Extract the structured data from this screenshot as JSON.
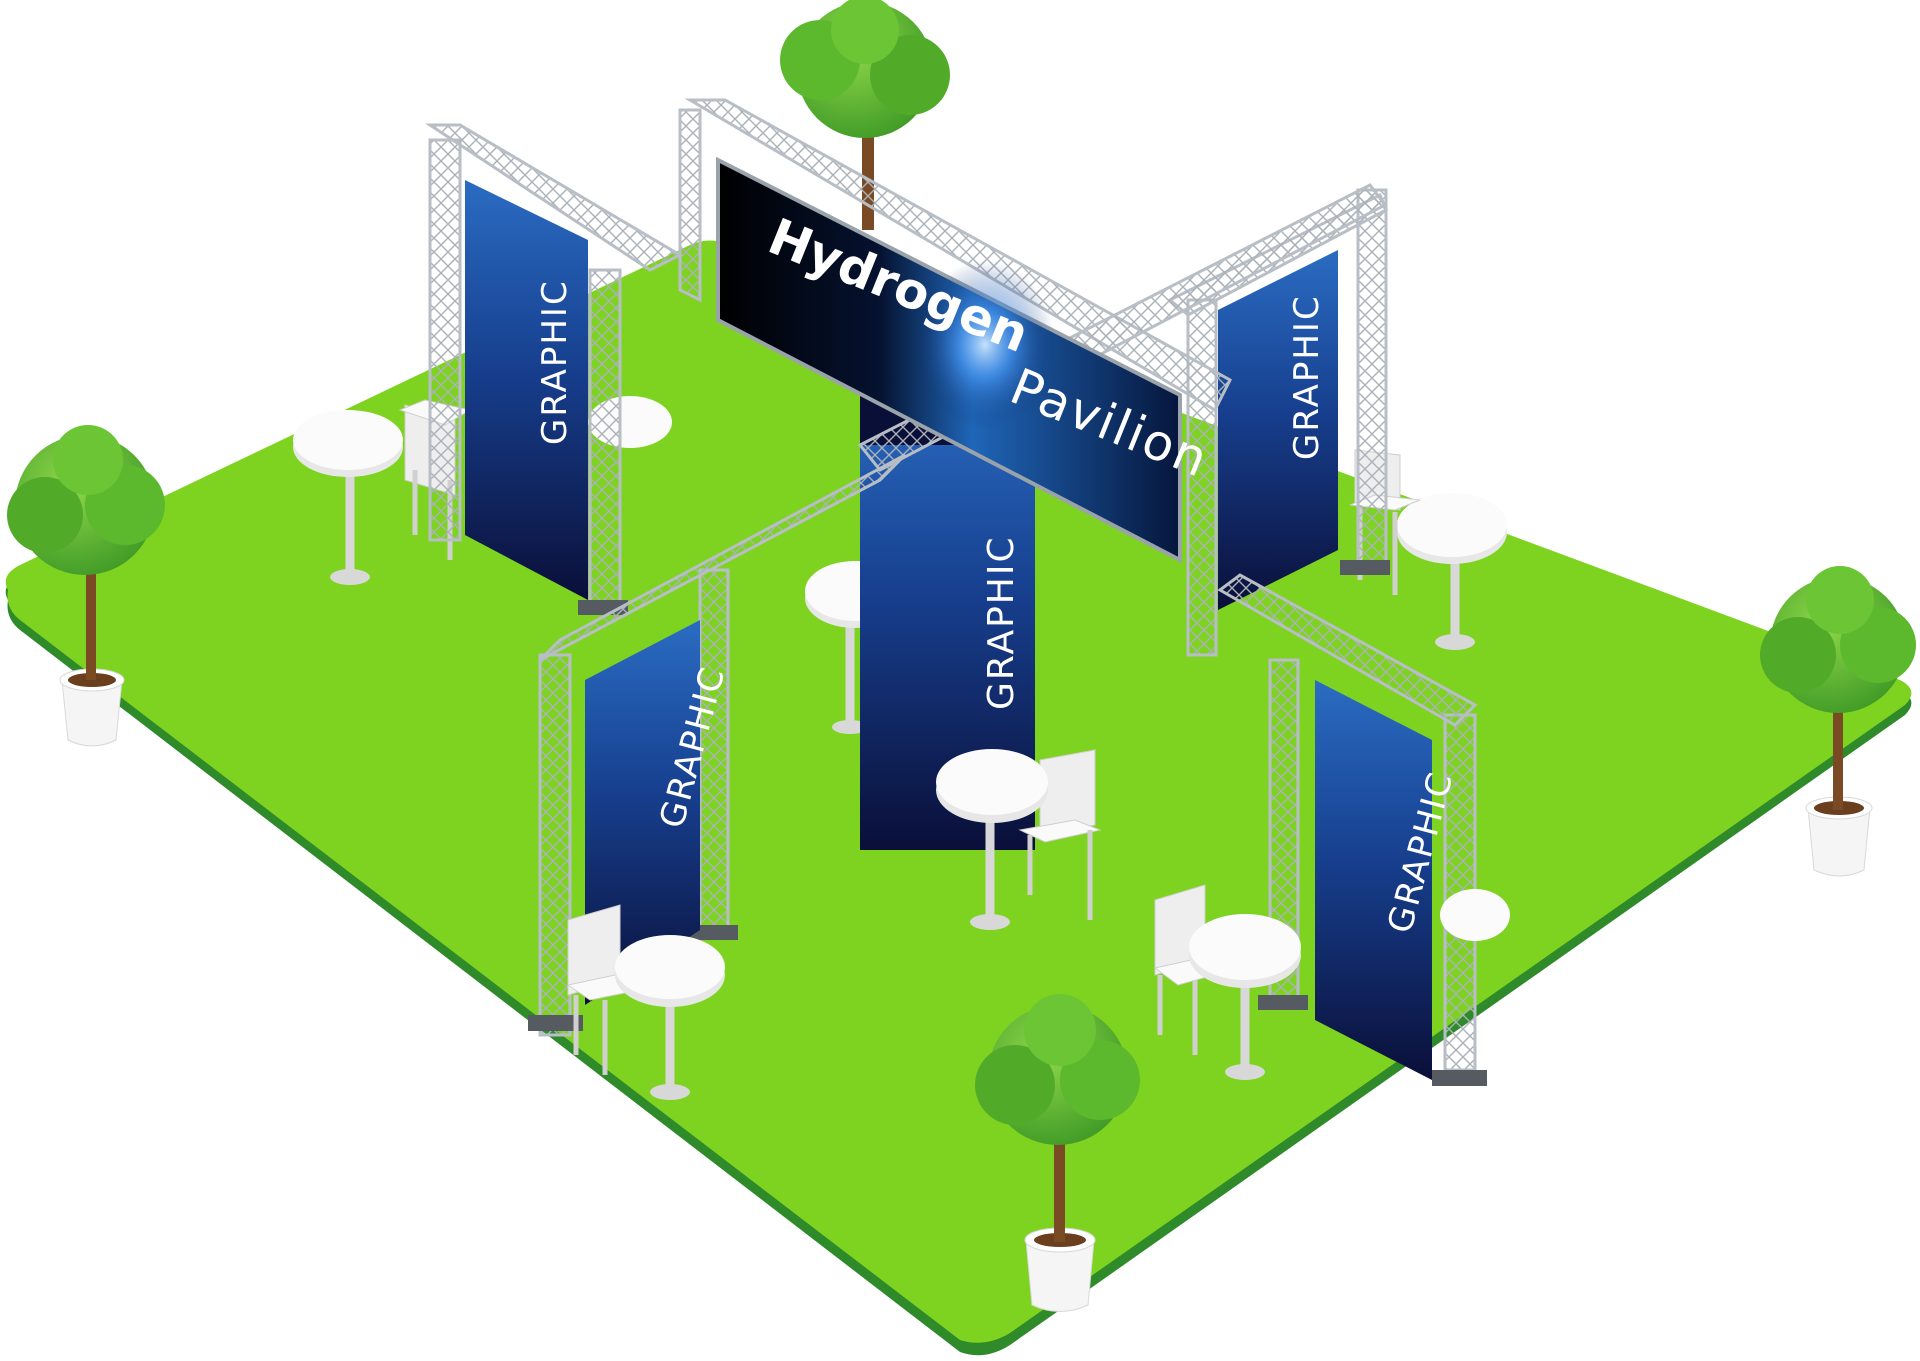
{
  "sign": {
    "word1": "Hydrogen",
    "word2": "Pavilion"
  },
  "banners": [
    {
      "label": "GRAPHIC"
    },
    {
      "label": "GRAPHIC"
    },
    {
      "label": "GRAPHIC"
    },
    {
      "label": "GRAPHIC"
    },
    {
      "label": "GRAPHIC"
    }
  ],
  "colors": {
    "grass": "#7ed321",
    "grass_edge": "#2f8a2a",
    "banner_top": "#1e5fb0",
    "banner_bottom": "#0b1240",
    "truss": "#c9ced4",
    "foliage": "#5cb82d",
    "trunk": "#7a4a25",
    "furniture": "#f2f2f2"
  }
}
